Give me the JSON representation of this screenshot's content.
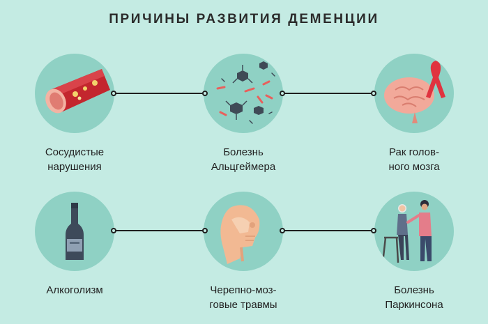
{
  "title": "ПРИЧИНЫ РАЗВИТИЯ ДЕМЕНЦИИ",
  "colors": {
    "background": "#c4ebe3",
    "circle": "#8fd1c4",
    "line": "#1f1f1f",
    "text": "#222222"
  },
  "causes": [
    {
      "icon": "blood-vessel-icon",
      "line1": "Сосудистые",
      "line2": "нарушения"
    },
    {
      "icon": "virus-particles-icon",
      "line1": "Болезнь",
      "line2": "Альцгеймера"
    },
    {
      "icon": "brain-ribbon-icon",
      "line1": "Рак голов-",
      "line2": "ного мозга"
    },
    {
      "icon": "bottle-icon",
      "line1": "Алкоголизм",
      "line2": ""
    },
    {
      "icon": "skull-head-icon",
      "line1": "Черепно-моз-",
      "line2": "говые травмы"
    },
    {
      "icon": "elderly-walker-icon",
      "line1": "Болезнь",
      "line2": "Паркинсона"
    }
  ]
}
